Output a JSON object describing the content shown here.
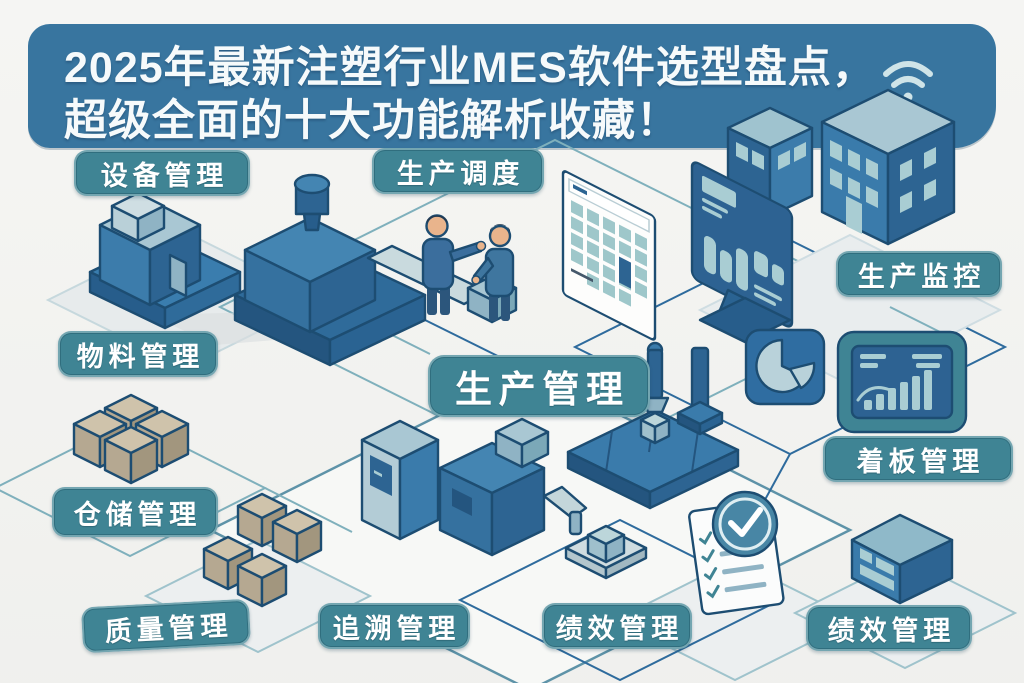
{
  "banner": {
    "title_line1": "2025年最新注塑行业MES软件选型盘点，",
    "title_line2": "超级全面的十大功能解析收藏！"
  },
  "labels": {
    "equipment": "设备管理",
    "scheduling": "生产调度",
    "monitoring": "生产监控",
    "material": "物料管理",
    "production": "生产管理",
    "kanban": "着板管理",
    "warehouse": "仓储管理",
    "quality": "质量管理",
    "traceability": "追溯管理",
    "performance_a": "绩效管理",
    "performance_b": "绩效管理"
  },
  "icons": {
    "wifi-icon": "wifi signal arcs in banner corner",
    "factory-building-icon": "two isometric blue factory buildings",
    "cnc-machine-icon": "small isometric equipment machine",
    "injection-molding-machine-icon": "blue injection molding machine with hopper",
    "workers-icon": "two workers discussing",
    "schedule-board-icon": "isometric scheduling spreadsheet board",
    "monitor-chart-icon": "monitor showing production charts",
    "carton-boxes-icon": "group of four cardboard boxes",
    "pallet-boxes-icon": "stacked cardboard boxes",
    "production-line-icon": "machine cabinet with robot arm placing box",
    "robot-conveyor-icon": "robot arm over conveyor belt",
    "pie-chart-icon": "pie chart tile",
    "dashboard-icon": "bar chart dashboard panel",
    "checklist-icon": "inspection checklist with checkmark seal",
    "kanban-board-icon": "isometric kanban board slab"
  },
  "colors": {
    "background": "#f2f2ef",
    "banner_bg": "#38759f",
    "badge_bg": "#3f8494",
    "navy_outline": "#1d4d72",
    "mid_blue": "#34719f",
    "dark_blue": "#2d6492",
    "light_blue": "#b3ccd6",
    "pale_teal": "#a9cdd3",
    "carton_tan": "#cfc3ab",
    "grid_teal": "#7fb0bc",
    "grid_blue": "#2e6b9d",
    "text_white": "#ffffff"
  }
}
